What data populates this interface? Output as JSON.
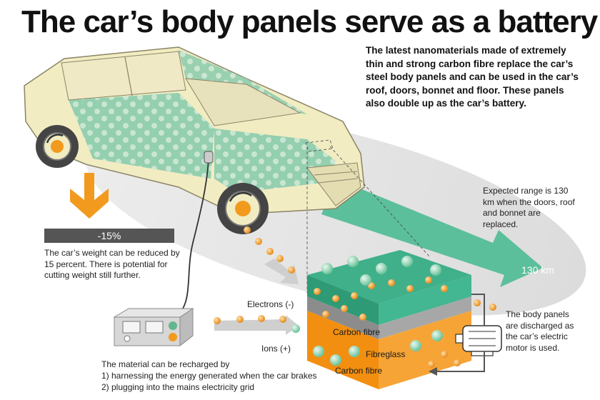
{
  "title": "The car’s body panels serve as a battery",
  "intro": "The latest nanomaterials made of extremely thin and strong carbon fibre replace the car’s steel body panels and can be used in the car’s roof, doors, bonnet and floor. These panels also double up as the car’s battery.",
  "weight": {
    "percent_label": "-15%",
    "description": "The car’s weight can be reduced by 15 percent. There is potential for cutting weight still further."
  },
  "range": {
    "description": "Expected range is 130 km when the doors, roof and bonnet are replaced.",
    "value_label": "130 km"
  },
  "battery": {
    "electrons_label": "Electrons (-)",
    "ions_label": "Ions (+)",
    "layers": [
      "Carbon fibre",
      "Fibreglass",
      "Carbon fibre"
    ]
  },
  "discharge": "The body panels are discharged as the car’s electric motor is used.",
  "recharge": {
    "intro": "The material can be recharged by",
    "items": [
      "1) harnessing the energy generated when the car brakes",
      "2) plugging into the mains electricity grid"
    ]
  },
  "colors": {
    "panel_green": "#8fcdae",
    "range_arrow": "#5cbf9b",
    "weight_arrow": "#f29a1e",
    "battery_orange": "#f59a1e",
    "dark_bar": "#555555",
    "body_cream": "#f2ecc2"
  },
  "icons": [
    "car-illustration",
    "charger-unit",
    "electric-motor-icon",
    "down-arrow-icon",
    "range-arrow-icon",
    "battery-cell-icon",
    "electron-particle",
    "ion-particle"
  ]
}
